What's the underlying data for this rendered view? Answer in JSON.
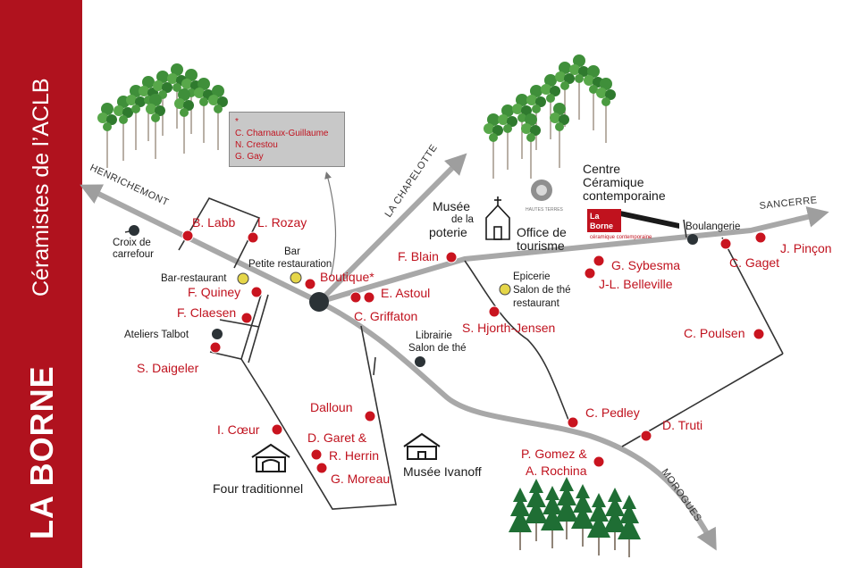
{
  "sidebar": {
    "title": "LA BORNE",
    "subtitle": "Céramistes de l’ACLB"
  },
  "roads": {
    "henrichemont": "HENRICHEMONT",
    "chapelotte": "LA CHAPELOTTE",
    "sancerre": "SANCERRE",
    "morogues": "MOROGUES"
  },
  "note": {
    "star": "*",
    "lines": [
      "C. Charnaux-Guillaume",
      "N. Crestou",
      "G. Gay"
    ]
  },
  "ceramists": [
    {
      "id": "labb",
      "label": "B. Labb"
    },
    {
      "id": "rozay",
      "label": "L. Rozay"
    },
    {
      "id": "boutique",
      "label": "Boutique*"
    },
    {
      "id": "quiney",
      "label": "F. Quiney"
    },
    {
      "id": "claesen",
      "label": "F. Claesen"
    },
    {
      "id": "daigeler",
      "label": "S. Daigeler"
    },
    {
      "id": "astoul",
      "label": "E. Astoul"
    },
    {
      "id": "griffaton",
      "label": "C. Griffaton"
    },
    {
      "id": "blain",
      "label": "F. Blain"
    },
    {
      "id": "hjorth",
      "label": "S. Hjorth-Jensen"
    },
    {
      "id": "sybesma",
      "label": "G. Sybesma"
    },
    {
      "id": "belleville",
      "label": "J-L. Belleville"
    },
    {
      "id": "gaget",
      "label": "C. Gaget"
    },
    {
      "id": "pincon",
      "label": "J. Pinçon"
    },
    {
      "id": "poulsen",
      "label": "C. Poulsen"
    },
    {
      "id": "pedley",
      "label": "C. Pedley"
    },
    {
      "id": "truti",
      "label": "D. Truti"
    },
    {
      "id": "dalloun",
      "label": "Dalloun"
    },
    {
      "id": "coeur",
      "label": "I. Cœur"
    },
    {
      "id": "garet",
      "label": "D. Garet &"
    },
    {
      "id": "herrin",
      "label": "R. Herrin"
    },
    {
      "id": "moreau",
      "label": "G. Moreau"
    },
    {
      "id": "gomez",
      "label": "P. Gomez &"
    },
    {
      "id": "rochina",
      "label": "A. Rochina"
    }
  ],
  "places": {
    "croix": [
      "Croix de",
      "carrefour"
    ],
    "bar_restaurant": "Bar-restaurant",
    "bar": [
      "Bar",
      "Petite restauration"
    ],
    "ateliers": "Ateliers Talbot",
    "epicerie": [
      "Epicerie",
      "Salon de thé",
      "restaurant"
    ],
    "librairie": [
      "Librairie",
      "Salon de thé"
    ],
    "boulangerie": "Boulangerie",
    "musee_poterie": [
      "Musée",
      "de la",
      "poterie"
    ],
    "office": [
      "Office de",
      "tourisme"
    ],
    "centre": [
      "Centre",
      "Céramique",
      "contemporaine"
    ],
    "four": "Four traditionnel",
    "ivanoff": "Musée Ivanoff",
    "logo_hautes_terres": "HAUTES TERRES",
    "logo_laborne_1": "La",
    "logo_laborne_2": "Borne",
    "logo_laborne_3": "céramique contemporaine"
  }
}
